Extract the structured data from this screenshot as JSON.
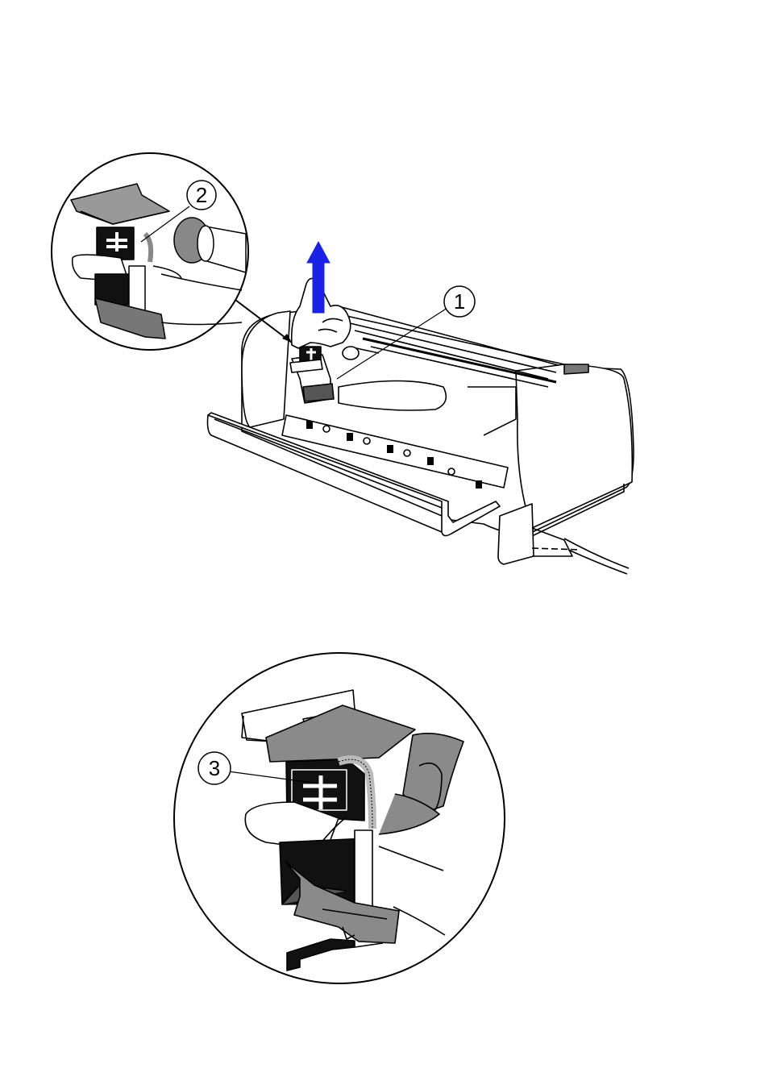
{
  "figure": {
    "top_view": {
      "callouts": [
        {
          "number": "1"
        },
        {
          "number": "2"
        }
      ]
    },
    "detail_view": {
      "callouts": [
        {
          "number": "3"
        }
      ]
    },
    "colors": {
      "arrow": "#1a22e6",
      "line": "#000000",
      "shade": "#8a8a8a",
      "dark": "#111111",
      "paper": "#ffffff"
    },
    "icons": [
      "up-arrow-icon"
    ]
  }
}
